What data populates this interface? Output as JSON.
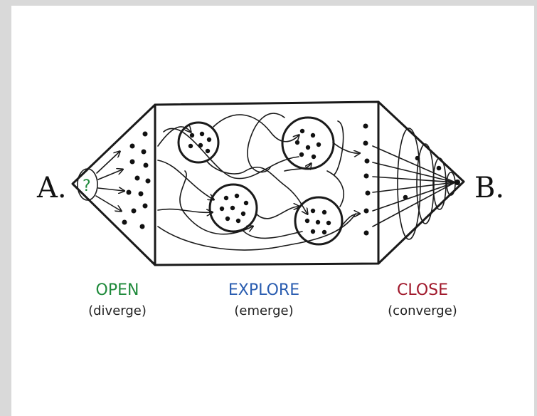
{
  "endpoints": {
    "start": "A.",
    "end": "B.",
    "question_mark": "?"
  },
  "phases": [
    {
      "title": "OPEN",
      "subtitle": "(diverge)",
      "color": "#1f8a3b"
    },
    {
      "title": "EXPLORE",
      "subtitle": "(emerge)",
      "color": "#2a5db0"
    },
    {
      "title": "CLOSE",
      "subtitle": "(converge)",
      "color": "#a0182b"
    }
  ],
  "colors": {
    "background": "#d9d9d9",
    "card": "#ffffff",
    "ink": "#1a1a1a"
  }
}
